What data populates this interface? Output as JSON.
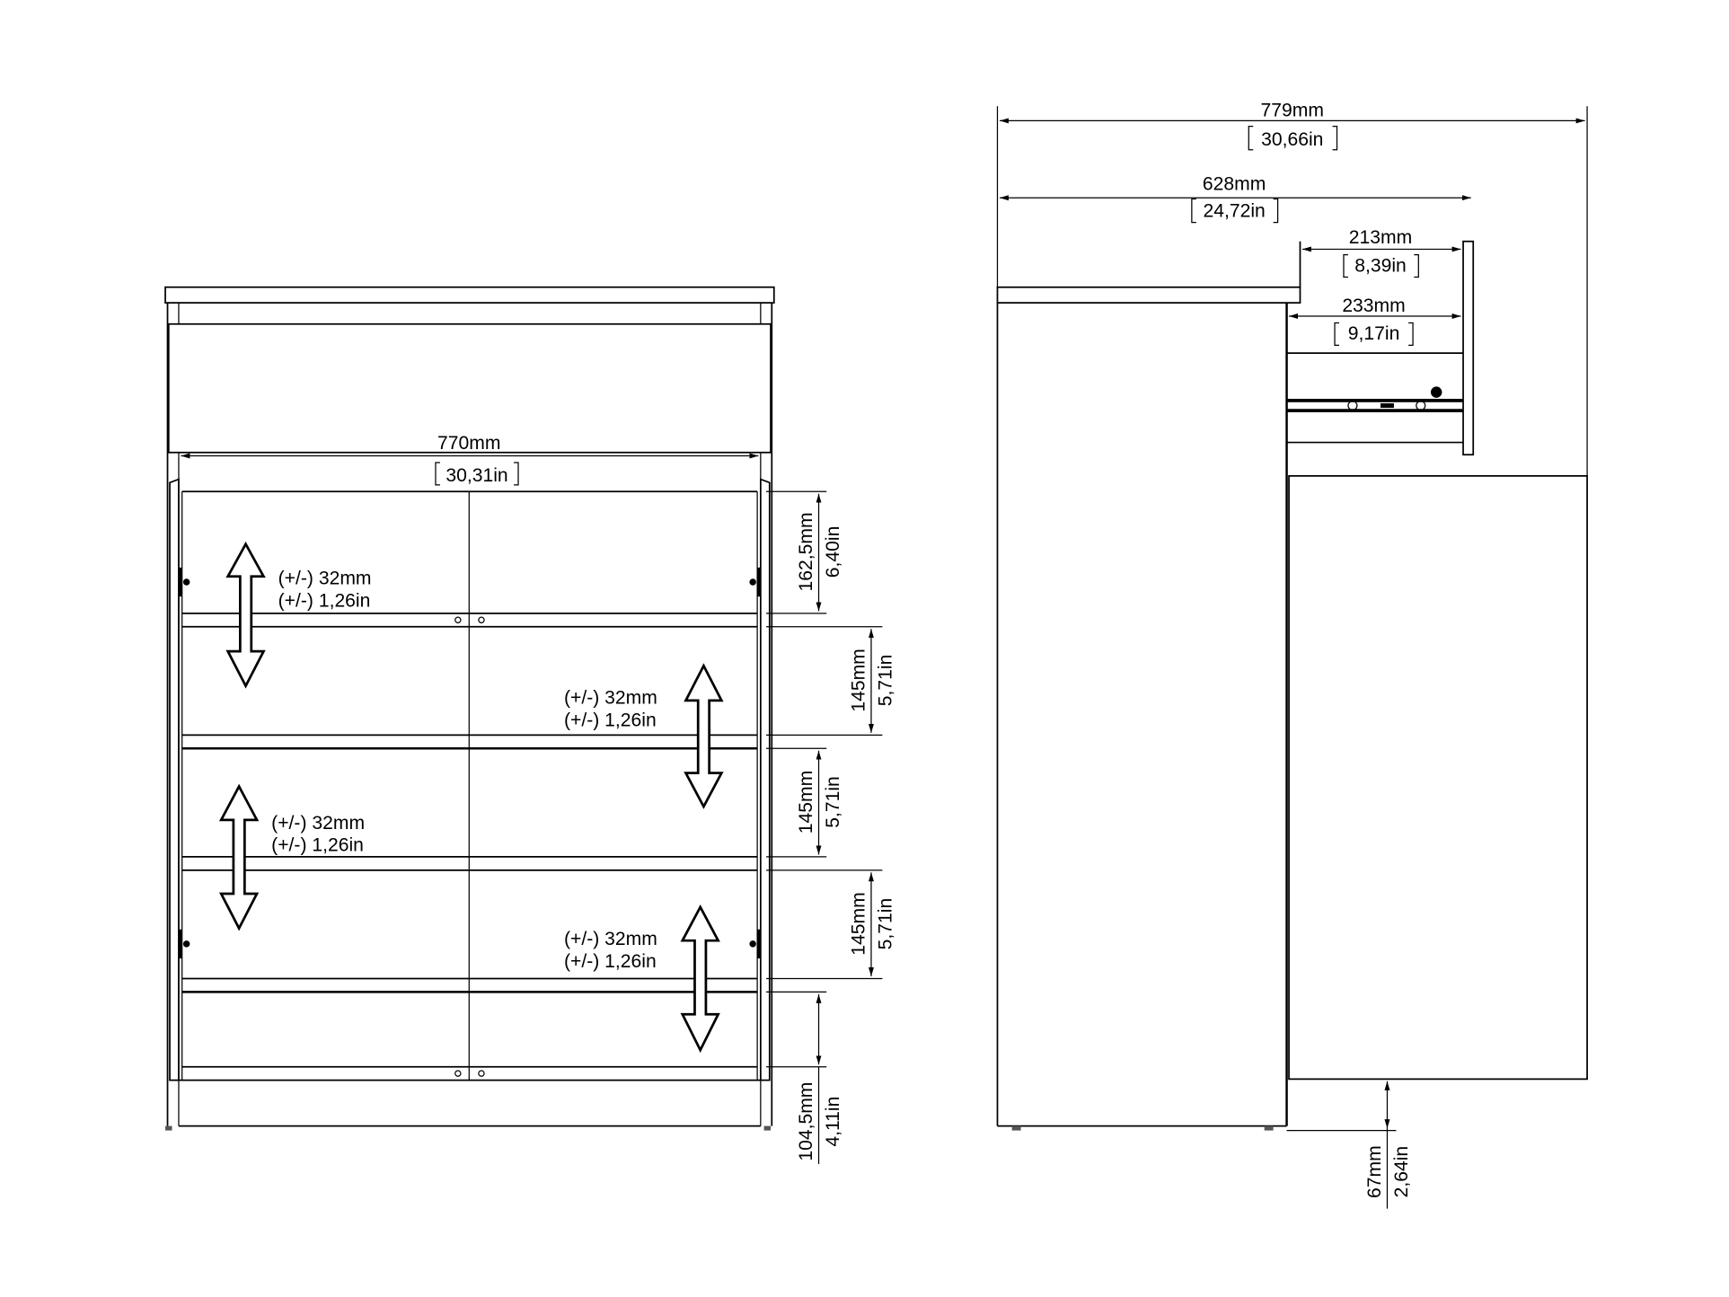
{
  "front_view": {
    "width": {
      "mm": "770mm",
      "in": "30,31in"
    },
    "heights": [
      {
        "mm": "162,5mm",
        "in": "6,40in"
      },
      {
        "mm": "145mm",
        "in": "5,71in"
      },
      {
        "mm": "145mm",
        "in": "5,71in"
      },
      {
        "mm": "145mm",
        "in": "5,71in"
      },
      {
        "mm": "104,5mm",
        "in": "4,11in"
      }
    ],
    "adjust_labels": [
      {
        "mm": "(+/-) 32mm",
        "in": "(+/-) 1,26in"
      },
      {
        "mm": "(+/-) 32mm",
        "in": "(+/-) 1,26in"
      },
      {
        "mm": "(+/-) 32mm",
        "in": "(+/-) 1,26in"
      },
      {
        "mm": "(+/-) 32mm",
        "in": "(+/-) 1,26in"
      }
    ]
  },
  "side_view": {
    "total_depth": {
      "mm": "779mm",
      "in": "30,66in"
    },
    "top_depth": {
      "mm": "628mm",
      "in": "24,72in"
    },
    "drawer_ext_top": {
      "mm": "213mm",
      "in": "8,39in"
    },
    "drawer_ext": {
      "mm": "233mm",
      "in": "9,17in"
    },
    "door_gap": {
      "mm": "67mm",
      "in": "2,64in"
    }
  }
}
